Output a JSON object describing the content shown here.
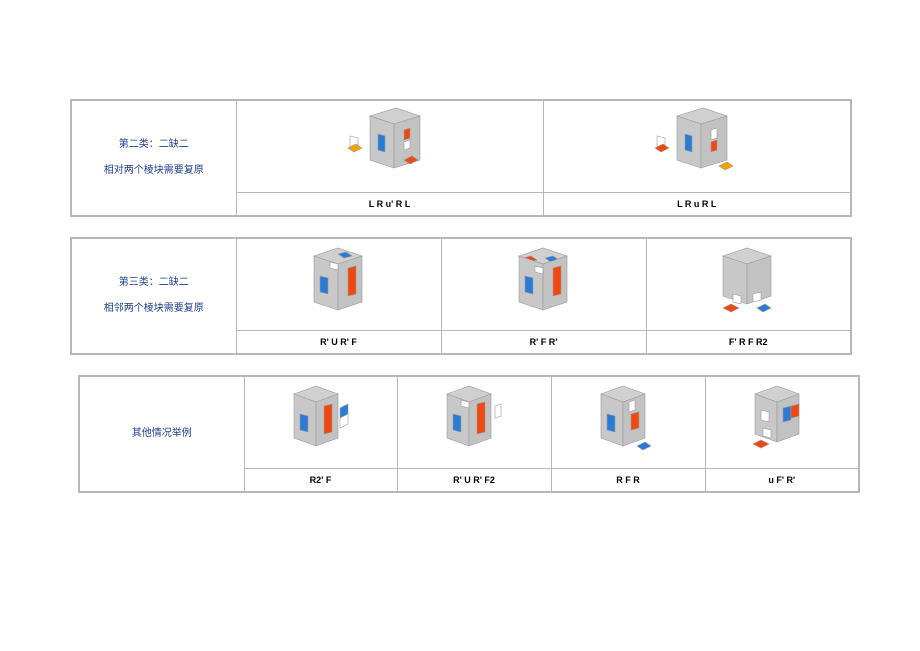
{
  "colors": {
    "label": "#1f3f8f",
    "grid": "#b8b8b8",
    "sticker_gray": "#c8c8c8",
    "blue": "#2b7bd6",
    "red": "#f04810",
    "orange": "#f5a000"
  },
  "section2": {
    "title": "第二类：二缺二",
    "subtitle": "相对两个棱块需要复原",
    "cells": [
      {
        "icon": "cube-two-missing-edges-opposite-icon",
        "formula": "L R u' R L"
      },
      {
        "icon": "cube-two-missing-edges-opposite-icon",
        "formula": "L R u R L"
      }
    ]
  },
  "section3": {
    "title": "第三类：二缺二",
    "subtitle": "相邻两个棱块需要复原",
    "cells": [
      {
        "icon": "cube-two-missing-edges-adjacent-icon",
        "formula": "R' U R' F"
      },
      {
        "icon": "cube-two-missing-edges-adjacent-icon",
        "formula": "R' F R'"
      },
      {
        "icon": "cube-two-missing-edges-adjacent-icon",
        "formula": "F' R F R2"
      }
    ]
  },
  "section4": {
    "title": "其他情况举例",
    "cells": [
      {
        "icon": "cube-other-case-icon",
        "formula": "R2' F"
      },
      {
        "icon": "cube-other-case-icon",
        "formula": "R' U R' F2"
      },
      {
        "icon": "cube-other-case-icon",
        "formula": "R F R"
      },
      {
        "icon": "cube-other-case-icon",
        "formula": "u F' R'"
      }
    ]
  }
}
